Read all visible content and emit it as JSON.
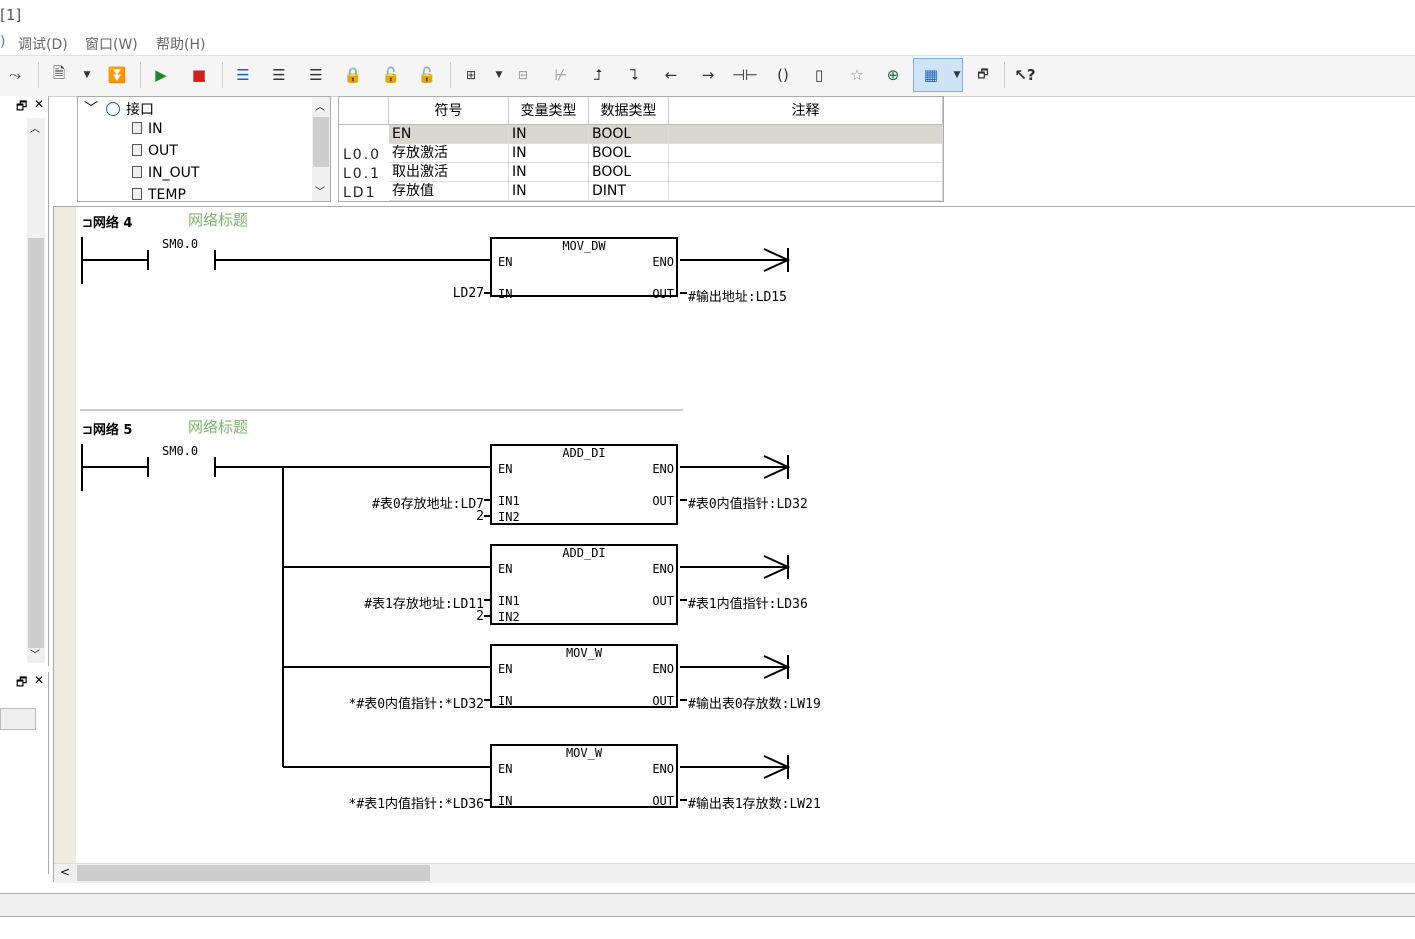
{
  "title": "[1]",
  "menu": [
    "调试(D)",
    "窗口(W)",
    "帮助(H)"
  ],
  "interface": {
    "root": "接口",
    "items": [
      "IN",
      "OUT",
      "IN_OUT",
      "TEMP"
    ]
  },
  "vartable": {
    "headers": [
      "符号",
      "变量类型",
      "数据类型",
      "注释"
    ],
    "rows": [
      {
        "addr": "",
        "symbol": "EN",
        "vartype": "IN",
        "datatype": "BOOL",
        "comment": ""
      },
      {
        "addr": "L0.0",
        "symbol": "存放激活",
        "vartype": "IN",
        "datatype": "BOOL",
        "comment": ""
      },
      {
        "addr": "L0.1",
        "symbol": "取出激活",
        "vartype": "IN",
        "datatype": "BOOL",
        "comment": ""
      },
      {
        "addr": "LD1",
        "symbol": "存放值",
        "vartype": "IN",
        "datatype": "DINT",
        "comment": ""
      }
    ]
  },
  "networks": [
    {
      "label": "网络 4",
      "title": "网络标题",
      "contact": "SM0.0",
      "blocks": [
        {
          "name": "MOV_DW",
          "in_pins": [
            "IN"
          ],
          "out_pin": "OUT",
          "inputs": [
            "LD27"
          ],
          "output": "#输出地址:LD15"
        }
      ]
    },
    {
      "label": "网络 5",
      "title": "网络标题",
      "contact": "SM0.0",
      "blocks": [
        {
          "name": "ADD_DI",
          "in_pins": [
            "IN1",
            "IN2"
          ],
          "out_pin": "OUT",
          "inputs": [
            "#表0存放地址:LD7",
            "2"
          ],
          "output": "#表0内值指针:LD32"
        },
        {
          "name": "ADD_DI",
          "in_pins": [
            "IN1",
            "IN2"
          ],
          "out_pin": "OUT",
          "inputs": [
            "#表1存放地址:LD11",
            "2"
          ],
          "output": "#表1内值指针:LD36"
        },
        {
          "name": "MOV_W",
          "in_pins": [
            "IN"
          ],
          "out_pin": "OUT",
          "inputs": [
            "*#表0内值指针:*LD32"
          ],
          "output": "#输出表0存放数:LW19"
        },
        {
          "name": "MOV_W",
          "in_pins": [
            "IN"
          ],
          "out_pin": "OUT",
          "inputs": [
            "*#表1内值指针:*LD36"
          ],
          "output": "#输出表1存放数:LW21"
        }
      ]
    }
  ],
  "pins": {
    "en": "EN",
    "eno": "ENO"
  }
}
